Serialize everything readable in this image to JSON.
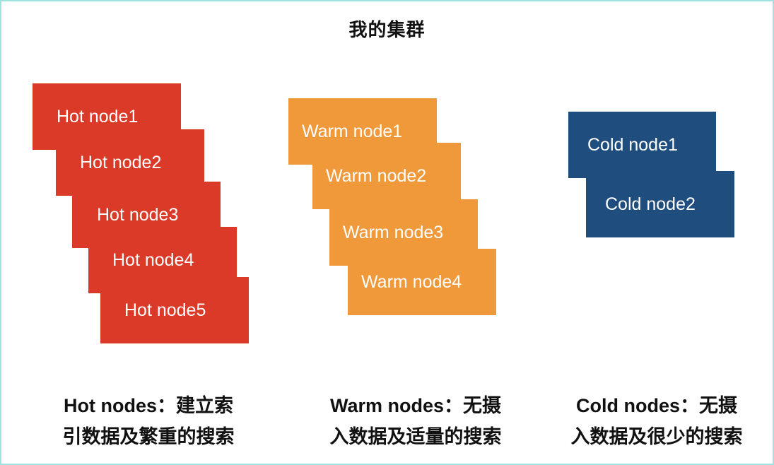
{
  "title": "我的集群",
  "hot": {
    "nodes": [
      "Hot node1",
      "Hot node2",
      "Hot node3",
      "Hot node4",
      "Hot node5"
    ],
    "caption_line1": "Hot nodes：建立索",
    "caption_line2": "引数据及繁重的搜索",
    "color": "#dc3a28"
  },
  "warm": {
    "nodes": [
      "Warm node1",
      "Warm node2",
      "Warm node3",
      "Warm node4"
    ],
    "caption_line1": "Warm nodes：无摄",
    "caption_line2": "入数据及适量的搜索",
    "color": "#f0993b"
  },
  "cold": {
    "nodes": [
      "Cold node1",
      "Cold node2"
    ],
    "caption_line1": "Cold nodes：无摄",
    "caption_line2": "入数据及很少的搜索",
    "color": "#1f4e7e"
  }
}
